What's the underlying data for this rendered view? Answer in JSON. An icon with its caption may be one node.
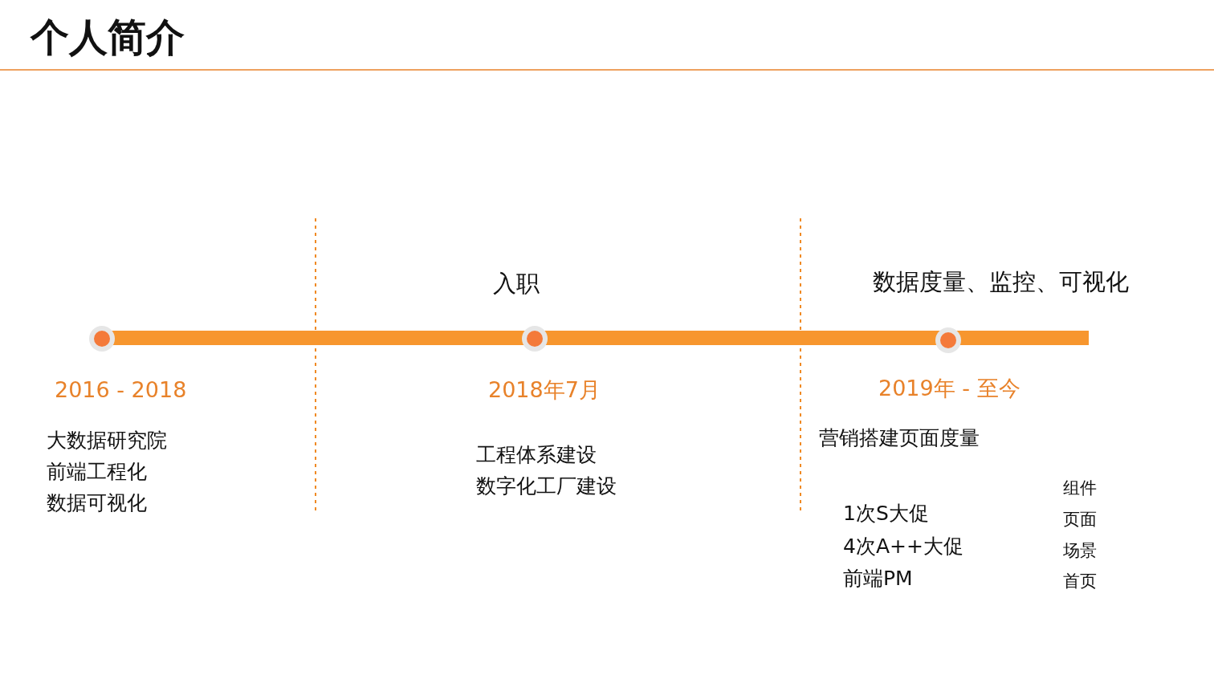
{
  "diagram": {
    "title": "个人简介",
    "labels": [
      "入职",
      "数据度量、监控、可视化",
      "2016 - 2018",
      "2018年7月",
      "2019年 - 至今",
      "大数据研究院",
      "前端工程化",
      "数据可视化",
      "营销搭建页面度量",
      "工程体系建设",
      "数字化工厂建设",
      "组件",
      "1次S大促",
      "页面",
      "4次A++大促",
      "场景",
      "前端PM",
      "首页"
    ]
  }
}
